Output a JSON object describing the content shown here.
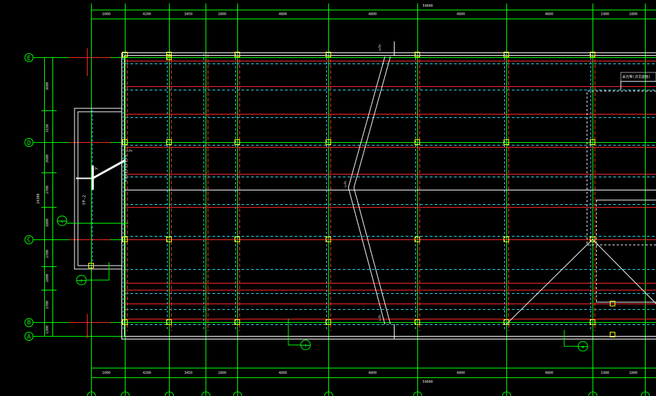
{
  "colors": {
    "background": "#000000",
    "axis": "#00ff00",
    "beam": "#ff2a2a",
    "secondary": "#28d8e6",
    "outline": "#ffffff",
    "column": "#ffff00"
  },
  "top_dims": [
    "1000",
    "4200",
    "3450",
    "2800",
    "4800",
    "4800",
    "4800",
    "4800",
    "1900",
    "1800"
  ],
  "top_total": "54000",
  "bottom_dims": [
    "1000",
    "4200",
    "3450",
    "2800",
    "4800",
    "4800",
    "4800",
    "4800",
    "1900",
    "1800"
  ],
  "bottom_total": "54000",
  "axes_rows": [
    {
      "label": "E"
    },
    {
      "label": "D"
    },
    {
      "label": "C"
    },
    {
      "label": "B"
    },
    {
      "label": "A"
    }
  ],
  "left_dims": [
    "3600",
    "3150",
    "2600",
    "2700",
    "2800",
    "2700",
    "2800",
    "2700",
    "1200"
  ],
  "left_total": "24300",
  "left_text": "YP-2",
  "sections": [
    "1",
    "2",
    "3",
    "4"
  ],
  "small_labels": {
    "ridge_top": "i=5%",
    "ridge_mid": "i=5%",
    "ridge_bottom": "i=5%",
    "left_a": "i=5%",
    "left_b": "i=5%"
  },
  "note_box": "采光带(详见建施)"
}
